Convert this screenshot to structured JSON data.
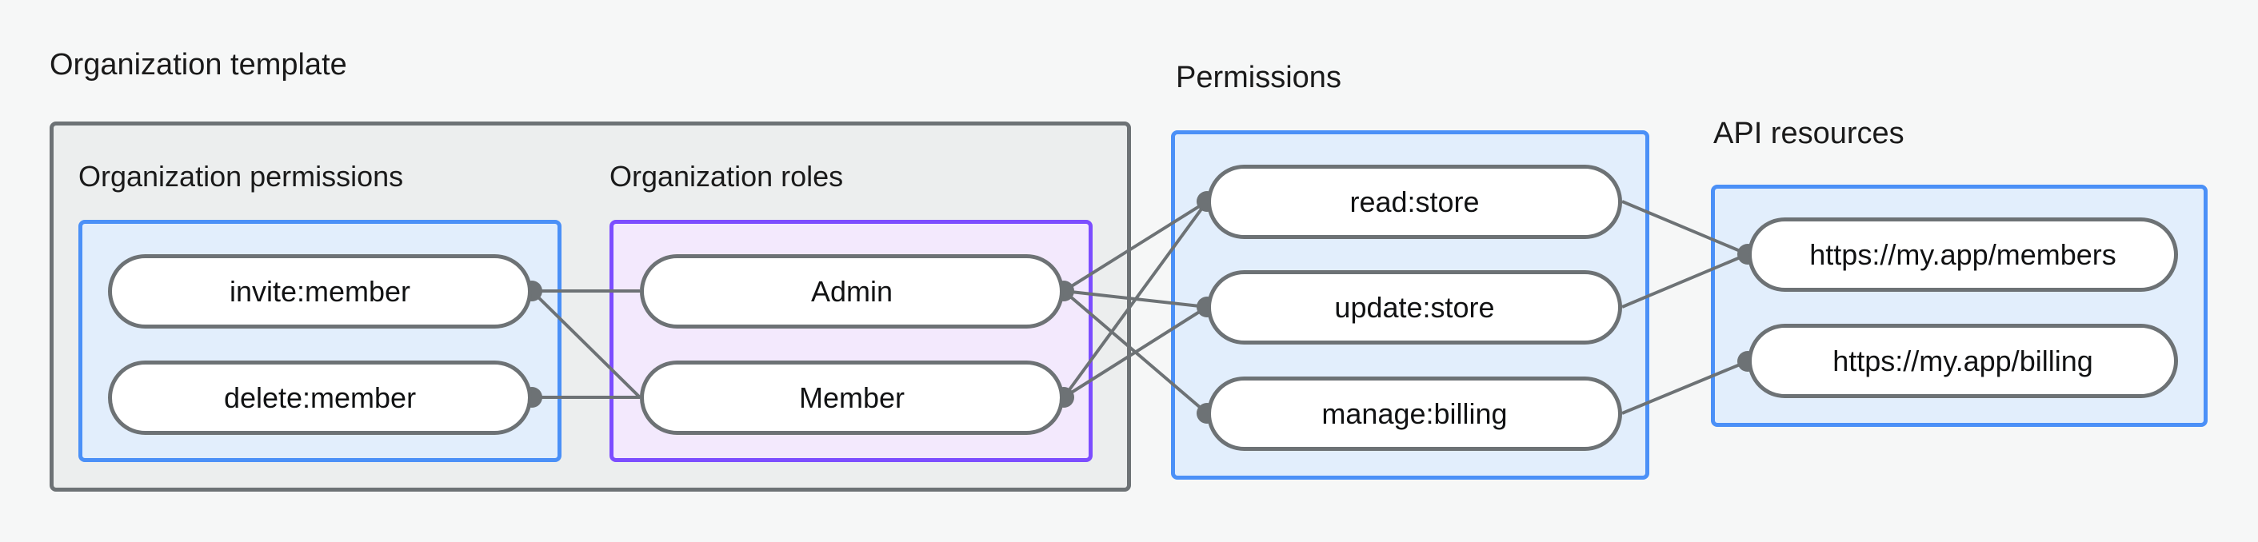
{
  "diagram": {
    "title_organization_template": "Organization template",
    "title_permissions": "Permissions",
    "title_api_resources": "API resources",
    "subtitle_organization_permissions": "Organization permissions",
    "subtitle_organization_roles": "Organization roles",
    "colors": {
      "canvas": "#f6f7f7",
      "outer_container_fill": "#eceeee",
      "outer_container_stroke": "#6d7275",
      "blue_fill": "#e2eefc",
      "blue_stroke": "#4b90f7",
      "purple_fill": "#f3e9fd",
      "purple_stroke": "#7c4dff",
      "node_fill": "#ffffff",
      "node_stroke": "#6d7275",
      "edge_stroke": "#6d7275",
      "text": "#111213"
    },
    "nodes": {
      "organization_permissions": [
        {
          "id": "invite-member",
          "label": "invite:member"
        },
        {
          "id": "delete-member",
          "label": "delete:member"
        }
      ],
      "organization_roles": [
        {
          "id": "admin",
          "label": "Admin"
        },
        {
          "id": "member",
          "label": "Member"
        }
      ],
      "permissions": [
        {
          "id": "read-store",
          "label": "read:store"
        },
        {
          "id": "update-store",
          "label": "update:store"
        },
        {
          "id": "manage-billing",
          "label": "manage:billing"
        }
      ],
      "api_resources": [
        {
          "id": "members-url",
          "label": "https://my.app/members"
        },
        {
          "id": "billing-url",
          "label": "https://my.app/billing"
        }
      ]
    },
    "edges": [
      {
        "from": "invite-member",
        "to": "admin"
      },
      {
        "from": "invite-member",
        "to": "member"
      },
      {
        "from": "delete-member",
        "to": "member"
      },
      {
        "from": "admin",
        "to": "read-store"
      },
      {
        "from": "admin",
        "to": "update-store"
      },
      {
        "from": "admin",
        "to": "manage-billing"
      },
      {
        "from": "member",
        "to": "read-store"
      },
      {
        "from": "member",
        "to": "update-store"
      },
      {
        "from": "read-store",
        "to": "members-url"
      },
      {
        "from": "update-store",
        "to": "members-url"
      },
      {
        "from": "manage-billing",
        "to": "billing-url"
      }
    ]
  }
}
